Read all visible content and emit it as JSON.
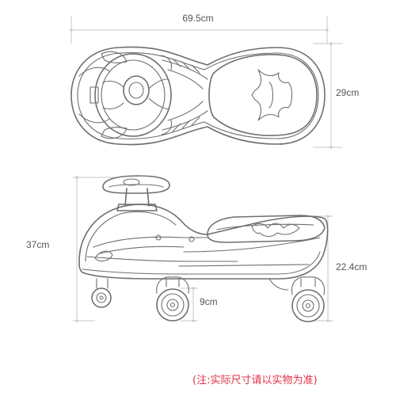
{
  "dimensions": {
    "top_length": "69.5cm",
    "top_width": "29cm",
    "side_height": "37cm",
    "seat_height": "22.4cm",
    "wheel_height": "9cm"
  },
  "note": "(注:实际尺寸请以实物为准)",
  "colors": {
    "outline": "#6e6e6e",
    "dimension_line": "#c7c7c7",
    "label_text": "#555555",
    "note_text": "#e0334a"
  }
}
